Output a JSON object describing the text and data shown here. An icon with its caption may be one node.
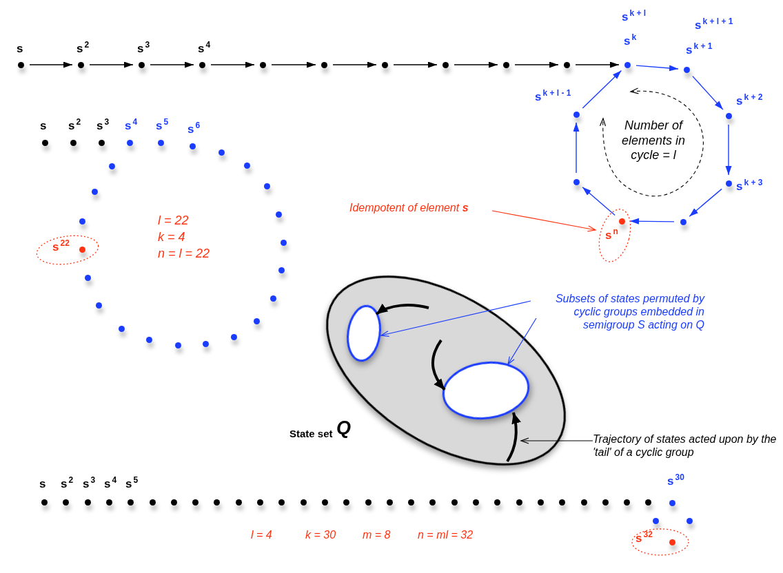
{
  "diagram": {
    "nodes": [
      {
        "text": [
          "s"
        ]
      },
      {
        "text": [
          "s$^{2}$"
        ]
      },
      {
        "text": [
          "s$^{3}$"
        ]
      },
      {
        "text": [
          "s$^{4}$"
        ]
      },
      {
        "text": [],
        "shape": "circle"
      },
      {
        "text": [],
        "shape": "circle"
      },
      {
        "text": [],
        "shape": "circle"
      },
      {
        "text": [],
        "shape": "circle"
      },
      {
        "text": [],
        "shape": "circle"
      },
      {
        "text": [],
        "shape": "circle"
      },
      {
        "text": [
          "s$^{k + l}$",
          "s$^{k}$"
        ]
      },
      {
        "text": [
          "s$^{k + l + 1}$",
          "s$^{k + 1}$"
        ]
      },
      {
        "text": [
          "s$^{k + 2}$"
        ]
      },
      {
        "text": [
          "s$^{k + 3}$"
        ]
      },
      {
        "text": [],
        "shape": "circle"
      },
      {
        "text": [
          "s$^{n}$"
        ]
      },
      {
        "text": [],
        "shape": "circle",
        "in": 15
      },
      {
        "text": [],
        "shape": "circle"
      },
      {
        "text": [
          "s$^{k + l - 1}$"
        ]
      },
      {
        "text": [
          "Idempotent of element **s**"
        ]
      },
      {
        "text": [
          "s"
        ]
      },
      {
        "text": [
          "s$^{2}$"
        ]
      },
      {
        "text": [
          "s$^{3}$"
        ]
      },
      {
        "text": [
          "s$^{4}$"
        ]
      },
      {
        "text": [
          "s$^{5}$"
        ]
      },
      {
        "text": [
          "s$^{6}$"
        ]
      },
      {
        "text": [],
        "shape": "circle"
      },
      {
        "text": [],
        "shape": "circle"
      },
      {
        "text": [],
        "shape": "circle"
      },
      {
        "text": [],
        "shape": "circle"
      },
      {
        "text": [],
        "shape": "circle"
      },
      {
        "text": [],
        "shape": "circle"
      },
      {
        "text": [],
        "shape": "circle"
      },
      {
        "text": [],
        "shape": "circle"
      },
      {
        "text": [],
        "shape": "circle"
      },
      {
        "text": [],
        "shape": "circle"
      },
      {
        "text": [],
        "shape": "circle"
      },
      {
        "text": [],
        "shape": "circle"
      },
      {
        "text": [],
        "shape": "circle"
      },
      {
        "text": [],
        "shape": "circle"
      },
      {
        "text": [],
        "shape": "circle"
      },
      {
        "text": [
          "s$^{22}$"
        ]
      },
      {
        "text": [],
        "shape": "circle",
        "in": 41
      },
      {
        "text": [],
        "shape": "circle"
      },
      {
        "text": [],
        "shape": "circle"
      },
      {
        "text": [],
        "shape": "circle"
      },
      {
        "text": [
          "State set",
          "Q"
        ]
      },
      {
        "text": [],
        "shape": "ellipse",
        "in": 46
      },
      {
        "text": [],
        "shape": "ellipse",
        "in": 46
      },
      {
        "text": [
          "Subsets of states permuted by cyclic groups embedded in semigroup S acting on Q"
        ]
      },
      {
        "text": [
          "Trajectory of states acted upon by the 'tail' of a cyclic group"
        ]
      },
      {
        "text": [
          "s"
        ]
      },
      {
        "text": [
          "s$^{2}$"
        ]
      },
      {
        "text": [
          "s$^{3}$"
        ]
      },
      {
        "text": [
          "s$^{4}$"
        ]
      },
      {
        "text": [
          "s$^{5}$"
        ]
      },
      {
        "text": [],
        "shape": "circle"
      },
      {
        "text": [],
        "shape": "circle"
      },
      {
        "text": [],
        "shape": "circle"
      },
      {
        "text": [],
        "shape": "circle"
      },
      {
        "text": [],
        "shape": "circle"
      },
      {
        "text": [],
        "shape": "circle"
      },
      {
        "text": [],
        "shape": "circle"
      },
      {
        "text": [],
        "shape": "circle"
      },
      {
        "text": [],
        "shape": "circle"
      },
      {
        "text": [],
        "shape": "circle"
      },
      {
        "text": [],
        "shape": "circle"
      },
      {
        "text": [],
        "shape": "circle"
      },
      {
        "text": [],
        "shape": "circle"
      },
      {
        "text": [],
        "shape": "circle"
      },
      {
        "text": [],
        "shape": "circle"
      },
      {
        "text": [],
        "shape": "circle"
      },
      {
        "text": [],
        "shape": "circle"
      },
      {
        "text": [],
        "shape": "circle"
      },
      {
        "text": [],
        "shape": "circle"
      },
      {
        "text": [],
        "shape": "circle"
      },
      {
        "text": [],
        "shape": "circle"
      },
      {
        "text": [],
        "shape": "circle"
      },
      {
        "text": [],
        "shape": "circle"
      },
      {
        "text": [],
        "shape": "circle"
      },
      {
        "text": [
          "s$^{30}$"
        ]
      },
      {
        "text": [],
        "shape": "circle"
      },
      {
        "text": [
          "s$^{32}$"
        ]
      },
      {
        "text": [],
        "shape": "circle",
        "in": 82
      },
      {
        "text": [],
        "shape": "circle"
      }
    ],
    "edges": [
      {
        "from": 0,
        "to": 1,
        "arrow": "to"
      },
      {
        "from": 1,
        "to": 2,
        "arrow": "to"
      },
      {
        "from": 2,
        "to": 3,
        "arrow": "to"
      },
      {
        "from": 3,
        "to": 4,
        "arrow": "to"
      },
      {
        "from": 4,
        "to": 5,
        "arrow": "to"
      },
      {
        "from": 5,
        "to": 6,
        "arrow": "to"
      },
      {
        "from": 6,
        "to": 7,
        "arrow": "to"
      },
      {
        "from": 7,
        "to": 8,
        "arrow": "to"
      },
      {
        "from": 8,
        "to": 9,
        "arrow": "to"
      },
      {
        "from": 9,
        "to": 10,
        "arrow": "to"
      },
      {
        "from": 10,
        "to": 11,
        "arrow": "to",
        "color": "#1a3cff"
      },
      {
        "from": 11,
        "to": 12,
        "arrow": "to",
        "color": "#1a3cff"
      },
      {
        "from": 12,
        "to": 13,
        "arrow": "to",
        "color": "#1a3cff"
      },
      {
        "from": 13,
        "to": 14,
        "arrow": "to",
        "color": "#1a3cff"
      },
      {
        "from": 14,
        "to": 16,
        "arrow": "to",
        "color": "#1a3cff"
      },
      {
        "from": 16,
        "to": 17,
        "arrow": "to",
        "color": "#1a3cff"
      },
      {
        "from": 17,
        "to": 18,
        "arrow": "to",
        "color": "#1a3cff"
      },
      {
        "from": 18,
        "to": 10,
        "arrow": "to",
        "color": "#1a3cff"
      },
      {
        "from": 19,
        "to": 15,
        "arrow": "to",
        "color": "#ff3311"
      },
      {
        "from": null,
        "to": 47,
        "arrow": "to",
        "style": "thick"
      },
      {
        "from": null,
        "to": 48,
        "arrow": "to",
        "style": "thick"
      },
      {
        "from": null,
        "to": 48,
        "arrow": "to",
        "style": "thick"
      },
      {
        "from": 49,
        "to": 47,
        "arrow": "to",
        "color": "#1a3cff"
      },
      {
        "from": 49,
        "to": 48,
        "arrow": "to",
        "color": "#1a3cff"
      },
      {
        "from": 50,
        "to": null,
        "arrow": "to"
      }
    ],
    "labels": [
      "Number of elements in cycle = l",
      "l = 22",
      "k = 4",
      "n = l = 22",
      "l = 4",
      "k = 30",
      "m = 8",
      "n = ml = 32"
    ]
  }
}
